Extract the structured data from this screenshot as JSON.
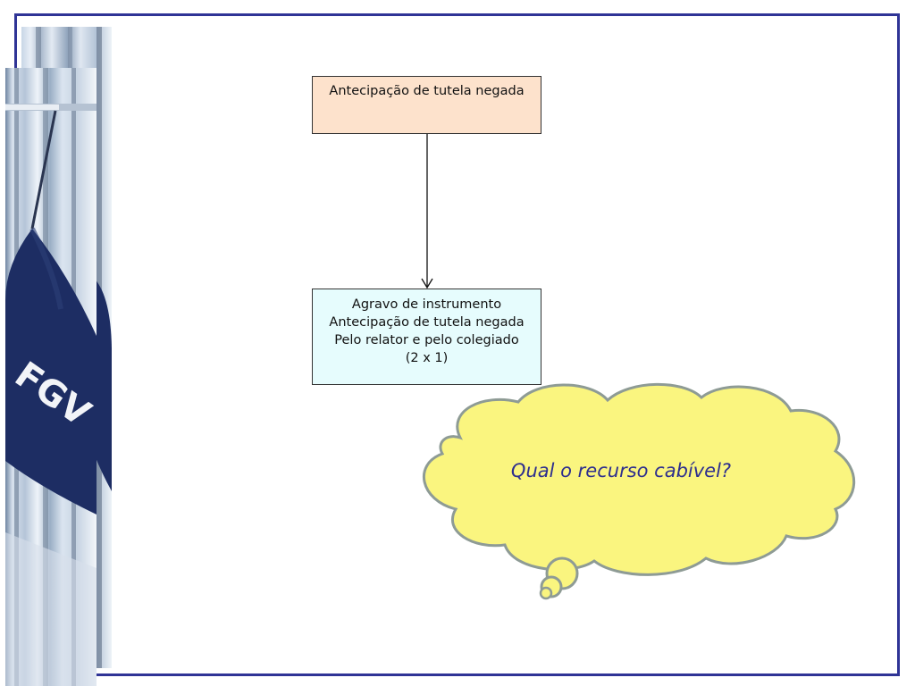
{
  "top_box": {
    "text": "Antecipação de tutela negada"
  },
  "bottom_box": {
    "lines": [
      "Agravo de instrumento",
      "Antecipação de tutela negada",
      "Pelo relator e pelo colegiado",
      "(2 x 1)"
    ]
  },
  "thought_bubble": {
    "text": "Qual o recurso cabível?"
  },
  "photo": {
    "flag_text": "FGV"
  },
  "colors": {
    "frame": "#2f3496",
    "top_box_fill": "#fde2cc",
    "bottom_box_fill": "#e6fcfd",
    "cloud_fill": "#faf57f",
    "cloud_stroke": "#8e9b95",
    "flag": "#1d2d63"
  }
}
